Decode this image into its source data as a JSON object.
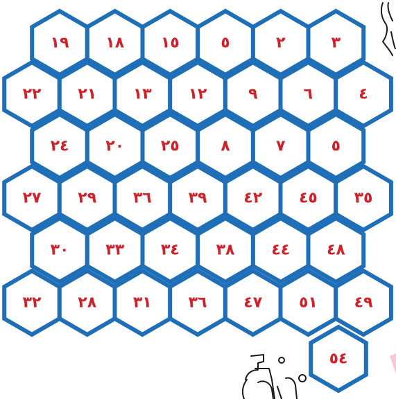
{
  "board": {
    "rows": [
      [
        "١٩",
        "١٨",
        "١٥",
        "٥",
        "٢",
        "٣"
      ],
      [
        "٢٢",
        "٢١",
        "١٣",
        "١٢",
        "٩",
        "٦",
        "٤"
      ],
      [
        "٢٤",
        "٢٠",
        "٢٥",
        "٨",
        "٧",
        "٥"
      ],
      [
        "٢٧",
        "٢٩",
        "٣٦",
        "٣٩",
        "٤٢",
        "٤٥",
        "٣٥"
      ],
      [
        "٣٠",
        "٣٣",
        "٣٤",
        "٣٨",
        "٤٤",
        "٤٨"
      ],
      [
        "٣٢",
        "٢٨",
        "٣١",
        "٣٦",
        "٤٧",
        "٥١",
        "٤٩"
      ],
      [
        "٥٤"
      ]
    ]
  },
  "colors": {
    "hex_border": "#1f6fb8",
    "number_text": "#d0212b",
    "background": "#ffffff"
  },
  "decorations": [
    "character-drawing-icon",
    "soap-bottle-icon"
  ]
}
